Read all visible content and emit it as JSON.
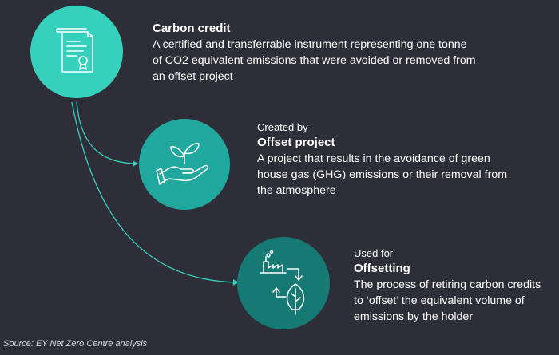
{
  "nodes": [
    {
      "id": "carbon-credit",
      "pre_label": "",
      "title": "Carbon credit",
      "description": [
        "A certified and transferrable instrument representing one tonne",
        "of CO2 equivalent emissions that were avoided or removed from",
        "an offset project"
      ],
      "icon": "certificate-icon",
      "color": "#36d1bd"
    },
    {
      "id": "offset-project",
      "pre_label": "Created by",
      "title": "Offset project",
      "description": [
        "A project that results in the avoidance of green",
        "house gas (GHG) emissions or their removal from",
        "the atmosphere"
      ],
      "icon": "plant-in-hand-icon",
      "color": "#20a89e"
    },
    {
      "id": "offsetting",
      "pre_label": "Used for",
      "title": "Offsetting",
      "description": [
        "The process of retiring carbon credits",
        "to ‘offset’ the equivalent volume of",
        "emissions by the holder"
      ],
      "icon": "factory-leaf-icon",
      "color": "#167a74"
    }
  ],
  "connector_color": "#36d1bd",
  "source": "Source: EY Net Zero Centre analysis"
}
